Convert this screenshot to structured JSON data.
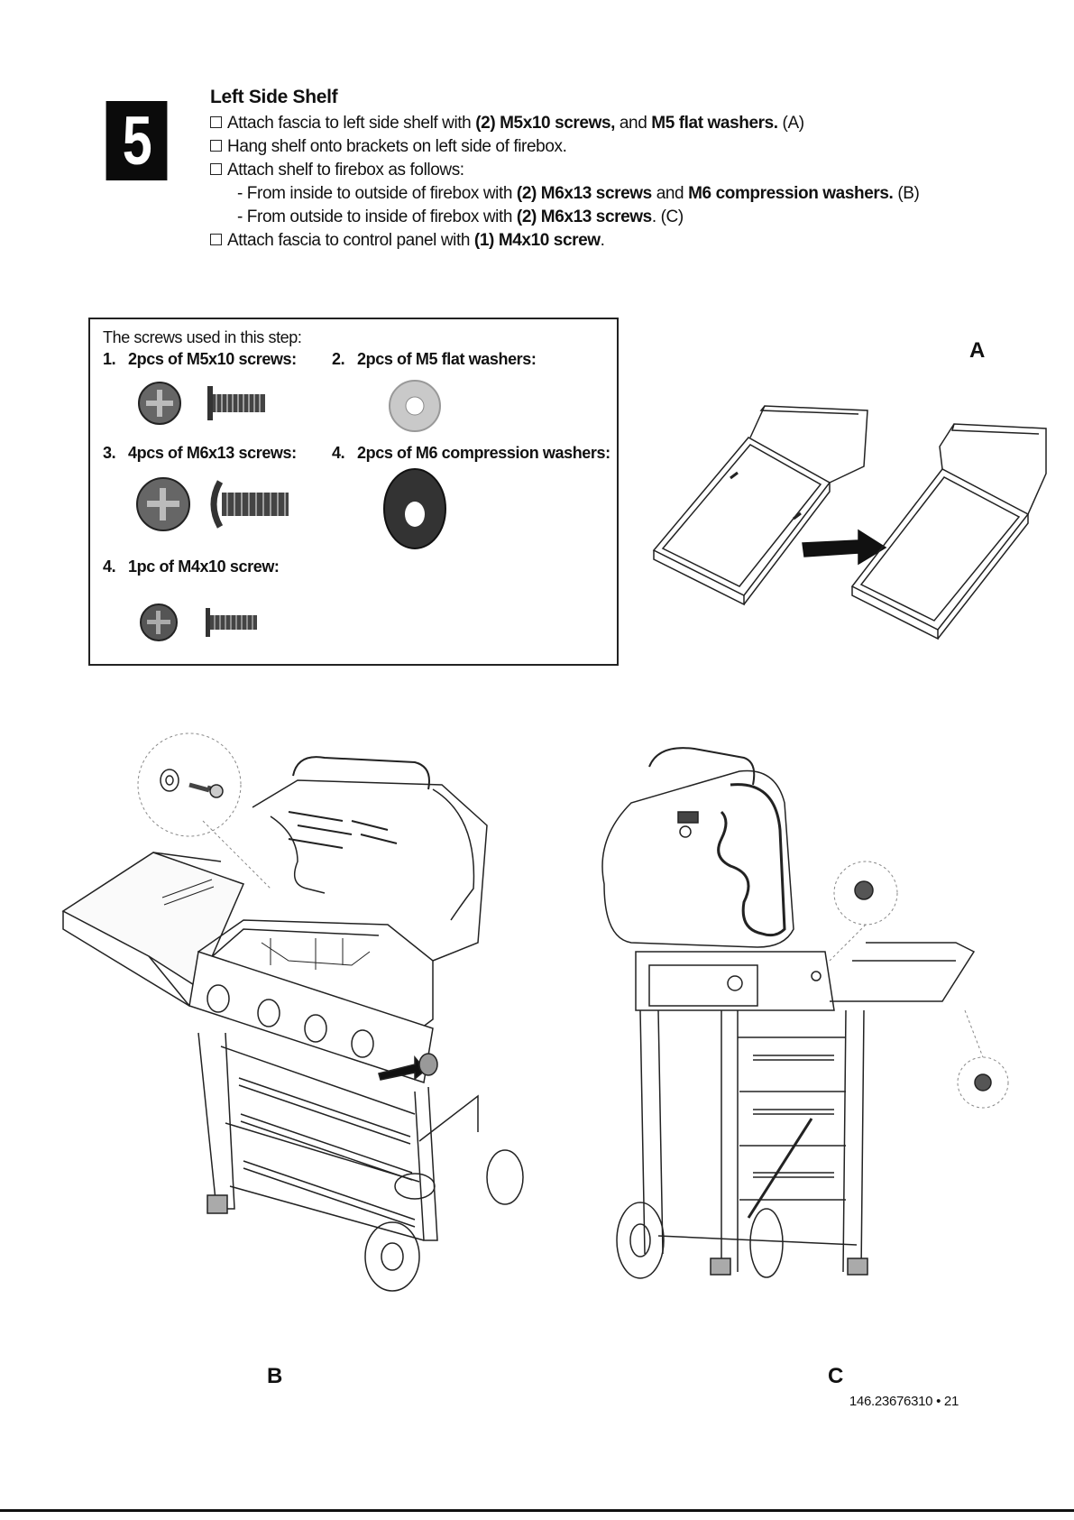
{
  "step": {
    "number": "5"
  },
  "instructions": {
    "title": "Left Side Shelf",
    "l1": {
      "a": "Attach fascia to left side shelf with ",
      "b": "(2) M5x10 screws,",
      "c": " and ",
      "d": "M5 flat washers.",
      "e": " (A)"
    },
    "l2": {
      "a": "Hang shelf onto brackets on left side of firebox."
    },
    "l3": {
      "a": "Attach shelf to firebox as follows:"
    },
    "l4": {
      "a": "- From inside to outside of firebox with ",
      "b": "(2) M6x13 screws",
      "c": " and ",
      "d": "M6 compression washers.",
      "e": " (B)"
    },
    "l5": {
      "a": "- From outside to inside of firebox with ",
      "b": "(2) M6x13 screws",
      "c": ". (C)"
    },
    "l6": {
      "a": "Attach fascia to control panel with ",
      "b": "(1) M4x10 screw",
      "c": "."
    }
  },
  "parts_box": {
    "heading": "The screws used in this step:",
    "items": [
      {
        "num": "1.",
        "label": "2pcs of M5x10 screws:"
      },
      {
        "num": "2.",
        "label": "2pcs of M5 flat washers:"
      },
      {
        "num": "3.",
        "label": "4pcs of M6x13 screws:"
      },
      {
        "num": "4.",
        "label": "2pcs of M6 compression washers:"
      },
      {
        "num": "4.",
        "label": "1pc of M4x10 screw:"
      }
    ]
  },
  "figures": {
    "a": "A",
    "b": "B",
    "c": "C"
  },
  "footer": {
    "page": "146.23676310 • 21"
  }
}
